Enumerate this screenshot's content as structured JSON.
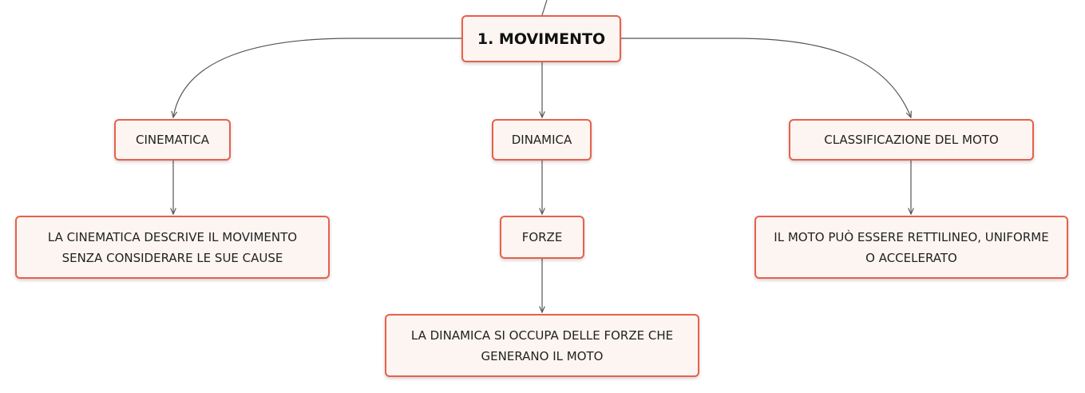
{
  "diagram": {
    "accent_color": "#e8604c",
    "node_fill": "#fdf5f1",
    "line_color": "#555555",
    "root": {
      "label": "1. MOVIMENTO"
    },
    "branches": [
      {
        "label": "CINEMATICA",
        "detail": "LA CINEMATICA DESCRIVE IL MOVIMENTO\nSENZA CONSIDERARE LE SUE CAUSE"
      },
      {
        "label": "DINAMICA",
        "child": "FORZE",
        "detail": "LA DINAMICA SI OCCUPA DELLE FORZE CHE\nGENERANO IL MOTO"
      },
      {
        "label": "CLASSIFICAZIONE DEL MOTO",
        "detail": "IL MOTO PUÒ ESSERE RETTILINEO, UNIFORME\nO ACCELERATO"
      }
    ]
  }
}
